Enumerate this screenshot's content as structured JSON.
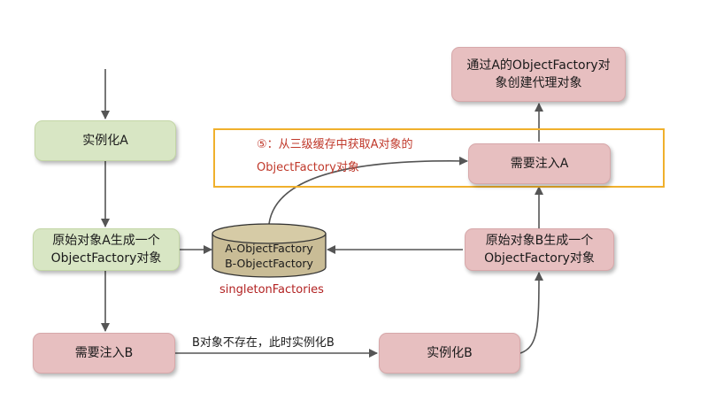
{
  "nodes": {
    "instantiate_a": "实例化A",
    "a_factory_line1": "原始对象A生成一个",
    "a_factory_line2": "ObjectFactory对象",
    "inject_b": "需要注入B",
    "instantiate_b": "实例化B",
    "b_factory_line1": "原始对象B生成一个",
    "b_factory_line2": "ObjectFactory对象",
    "inject_a": "需要注入A",
    "proxy_line1": "通过A的ObjectFactory对",
    "proxy_line2": "象创建代理对象"
  },
  "cache": {
    "entry_a": "A-ObjectFactory",
    "entry_b": "B-ObjectFactory",
    "name": "singletonFactories"
  },
  "annotations": {
    "step5_line1": "⑤：从三级缓存中获取A对象的",
    "step5_line2": "ObjectFactory对象",
    "b_missing": "B对象不存在，此时实例化B"
  },
  "colors": {
    "green_box": "#d8e6c4",
    "pink_box": "#e7bfc0",
    "highlight_border": "#f0b02c",
    "cache_name_text": "#b22222",
    "step5_text": "#c0392b",
    "cylinder_fill": "#c9bc96",
    "arrow": "#555555"
  }
}
